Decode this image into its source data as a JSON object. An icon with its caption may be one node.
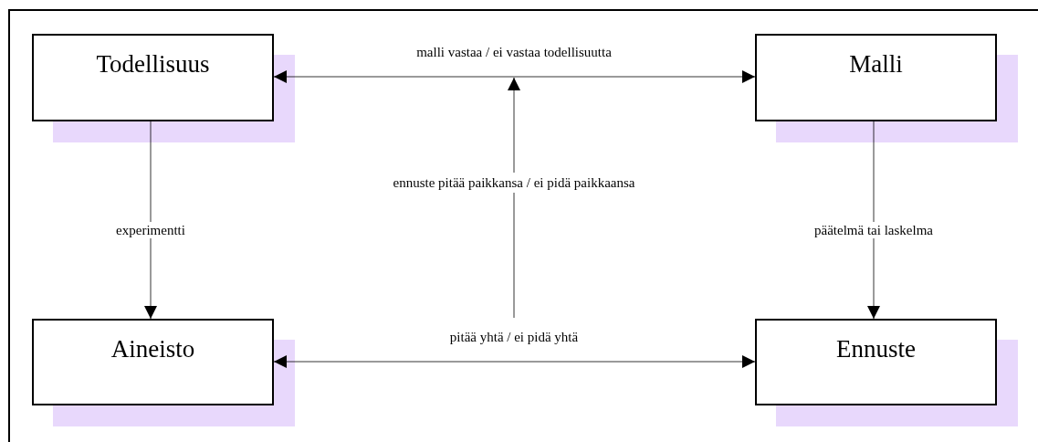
{
  "diagram": {
    "nodes": [
      {
        "text": [
          "Todellisuus"
        ]
      },
      {
        "text": [
          "Malli"
        ]
      },
      {
        "text": [
          "Aineisto"
        ]
      },
      {
        "text": [
          "Ennuste"
        ]
      },
      {
        "text": [
          "ennuste pitää paikkansa / ei pidä paikkaansa"
        ]
      }
    ],
    "edges": [
      {
        "from": 0,
        "to": 1,
        "arrow": "both",
        "label": "malli vastaa / ei vastaa todellisuutta"
      },
      {
        "from": null,
        "to": 4,
        "arrow": "none"
      },
      {
        "from": 4,
        "to": null,
        "arrow": "to"
      },
      {
        "from": 0,
        "to": 2,
        "arrow": "to",
        "label": "experimentti"
      },
      {
        "from": 1,
        "to": 3,
        "arrow": "to",
        "label": "päätelmä tai laskelma"
      },
      {
        "from": 2,
        "to": 3,
        "arrow": "both",
        "label": "pitää yhtä / ei pidä yhtä"
      }
    ]
  }
}
